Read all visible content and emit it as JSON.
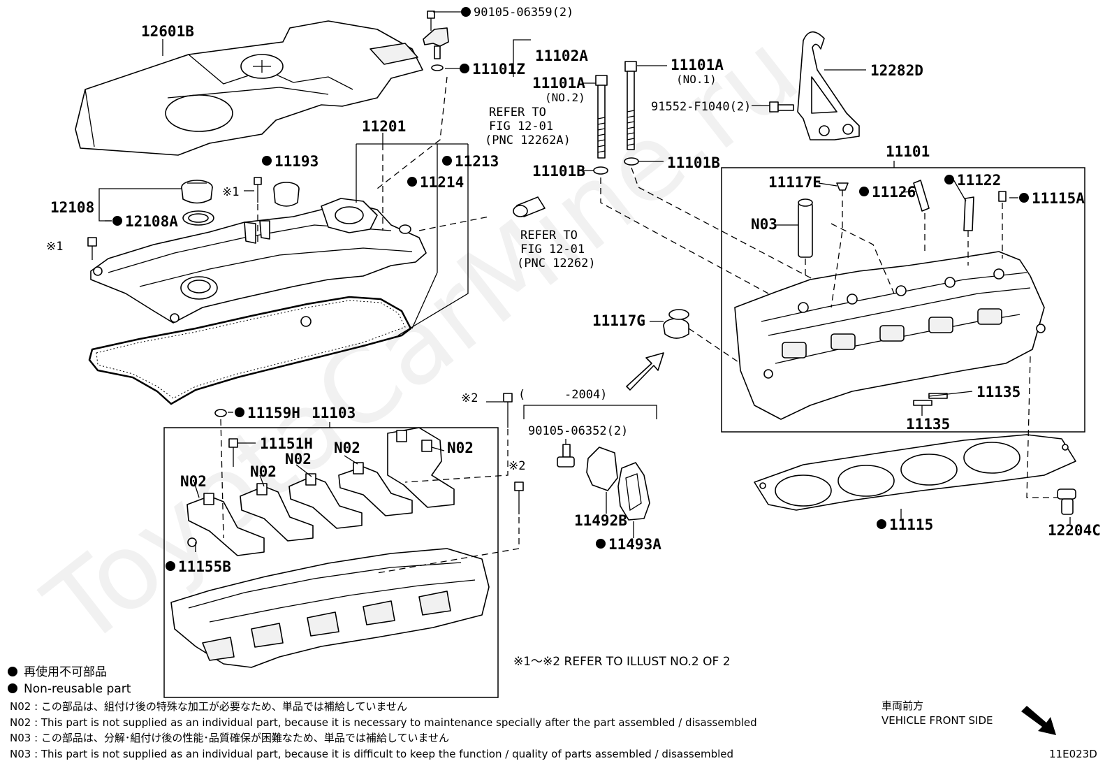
{
  "watermark": "ToyotaCarMine.ru",
  "labels": {
    "p12601B": "12601B",
    "p90105_06359": "90105-06359(2)",
    "p11102A": "11102A",
    "p11101Z": "11101Z",
    "p11101A_a": "11101A",
    "p11101A_a_sub": "(NO.2)",
    "p11101A_b": "11101A",
    "p11101A_b_sub": "(NO.1)",
    "p12282D": "12282D",
    "p91552": "91552-F1040(2)",
    "p11201": "11201",
    "p11193": "11193",
    "p11213": "11213",
    "p11214": "11214",
    "p12108": "12108",
    "p12108A": "12108A",
    "mark1": "※1",
    "mark1b": "※1",
    "p11101B_a": "11101B",
    "p11101B_b": "11101B",
    "p11101": "11101",
    "p11117E": "11117E",
    "p11126": "11126",
    "p11122": "11122",
    "p11115A": "11115A",
    "pN03": "N03",
    "p11117G": "11117G",
    "p11135_a": "11135",
    "p11135_b": "11135",
    "p11159H": "11159H",
    "p11103": "11103",
    "mark2a": "※2",
    "paren": "(",
    "y2004": "-2004)",
    "p90105_06352": "90105-06352(2)",
    "p11151H": "11151H",
    "pN02_a": "N02",
    "pN02_b": "N02",
    "pN02_c": "N02",
    "pN02_d": "N02",
    "pN02_e": "N02",
    "mark2b": "※2",
    "p11492B": "11492B",
    "p11493A": "11493A",
    "p11115": "11115",
    "p12204C": "12204C",
    "p11155B": "11155B"
  },
  "refer": {
    "r1_line1": "REFER TO",
    "r1_line2": "FIG 12-01",
    "r1_line3": "(PNC 12262A)",
    "r2_line1": "REFER TO",
    "r2_line2": "FIG 12-01",
    "r2_line3": "(PNC 12262)"
  },
  "illust_note": "※1～※2  REFER TO ILLUST NO.2 OF 2",
  "legend": {
    "jp": "再使用不可部品",
    "en": "Non-reusable part"
  },
  "notes": [
    "N02 : この部品は、組付け後の特殊な加工が必要なため、単品では補給していません",
    "N02 : This part is not supplied as an individual part, because it is necessary to maintenance specially after the part assembled / disassembled",
    "N03 : この部品は、分解･組付け後の性能･品質確保が困難なため、単品では補給していません",
    "N03 : This part is not supplied as an individual part, because it is difficult to keep the function / quality of parts  assembled / disassembled"
  ],
  "front": {
    "jp": "車両前方",
    "en": "VEHICLE FRONT SIDE"
  },
  "figure_code": "11E023D"
}
